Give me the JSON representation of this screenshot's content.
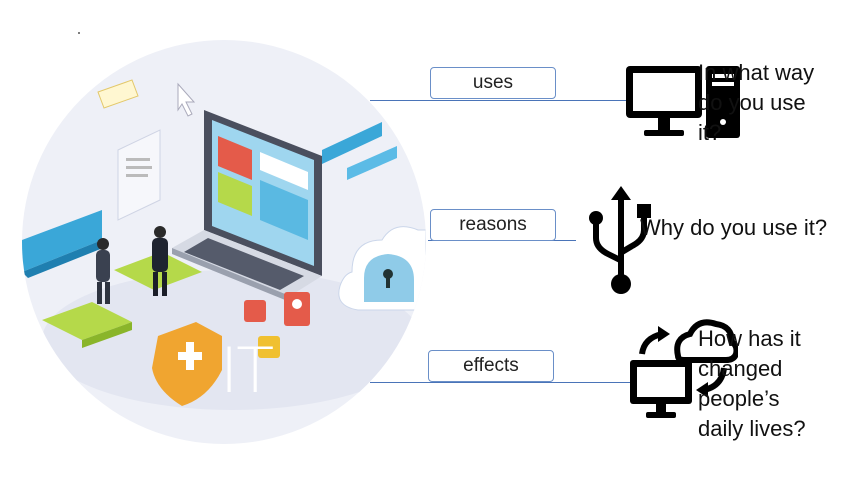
{
  "illustration": {
    "overlay_text": "IT"
  },
  "rows": [
    {
      "label": "uses",
      "icon": "desktop-computer-icon",
      "question": "In what way do you use it?"
    },
    {
      "label": "reasons",
      "icon": "usb-icon",
      "question": "Why do you use it?"
    },
    {
      "label": "effects",
      "icon": "cloud-sync-computer-icon",
      "question": "How has it changed people’s daily lives?"
    }
  ],
  "colors": {
    "line": "#4a74b8",
    "box_border": "#6a8fc8",
    "icon": "#000000",
    "accent_blue": "#3aa7d8",
    "accent_green": "#a8d13a",
    "accent_orange": "#f0a530"
  }
}
